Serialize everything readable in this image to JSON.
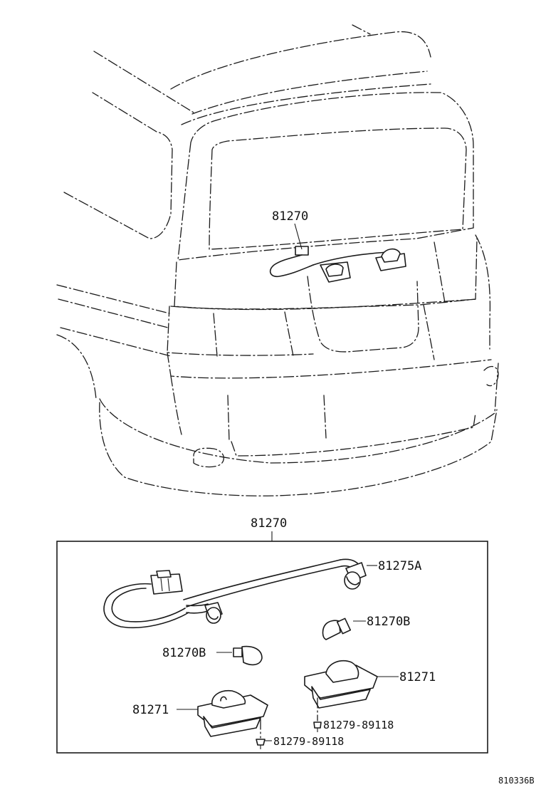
{
  "diagram": {
    "callouts": {
      "top_assembly": "81270",
      "group_header": "81270",
      "wire_socket": "81275A",
      "bulb_right": "81270B",
      "bulb_left": "81270B",
      "lamp_right": "81271",
      "lamp_left": "81271",
      "screw_right": "81279-89118",
      "screw_left": "81279-89118"
    },
    "figure_ref": "810336B"
  }
}
